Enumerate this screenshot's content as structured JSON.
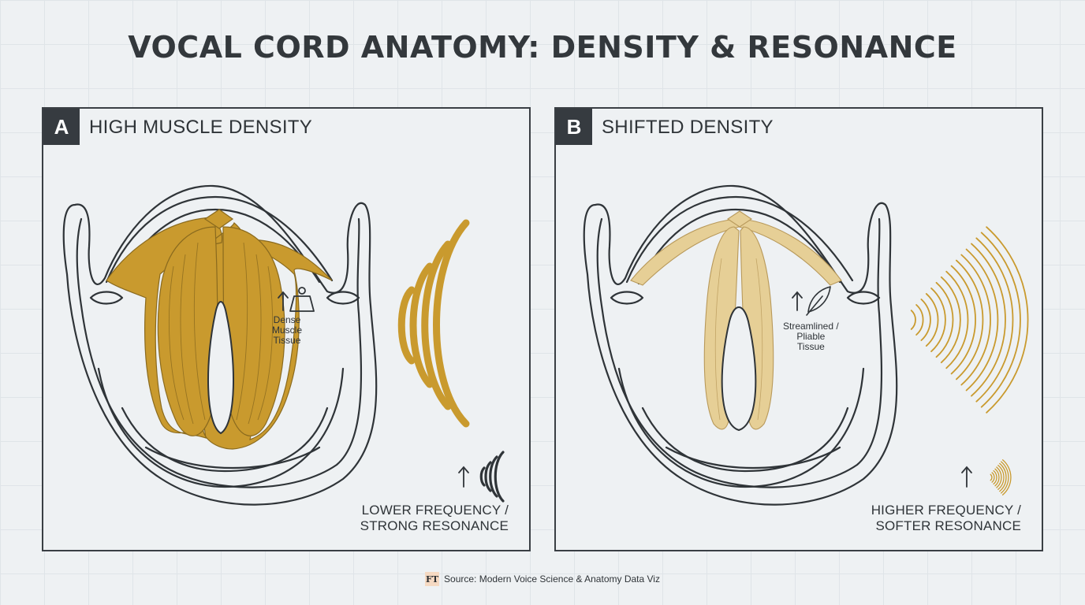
{
  "title": "VOCAL CORD ANATOMY: DENSITY & RESONANCE",
  "panels": [
    {
      "letter": "A",
      "heading": "HIGH MUSCLE DENSITY",
      "tissue_label": "Dense\nMuscle\nTissue",
      "tissue_icon": "weight-icon",
      "frequency_label": "LOWER FREQUENCY /\nSTRONG RESONANCE",
      "cord_color": "#c99a2e",
      "wave_icon": "sound-waves-strong-icon"
    },
    {
      "letter": "B",
      "heading": "SHIFTED DENSITY",
      "tissue_label": "Streamlined /\nPliable\nTissue",
      "tissue_icon": "feather-icon",
      "frequency_label": "HIGHER FREQUENCY /\nSOFTER RESONANCE",
      "cord_color": "#e6cf96",
      "wave_icon": "sound-waves-soft-icon"
    }
  ],
  "footer": {
    "logo": "FT",
    "source": "Source: Modern Voice Science & Anatomy Data Viz"
  },
  "colors": {
    "gold": "#c99a2e",
    "pale_gold": "#e6cf96",
    "outline": "#2f3438",
    "background": "#eef1f3"
  }
}
